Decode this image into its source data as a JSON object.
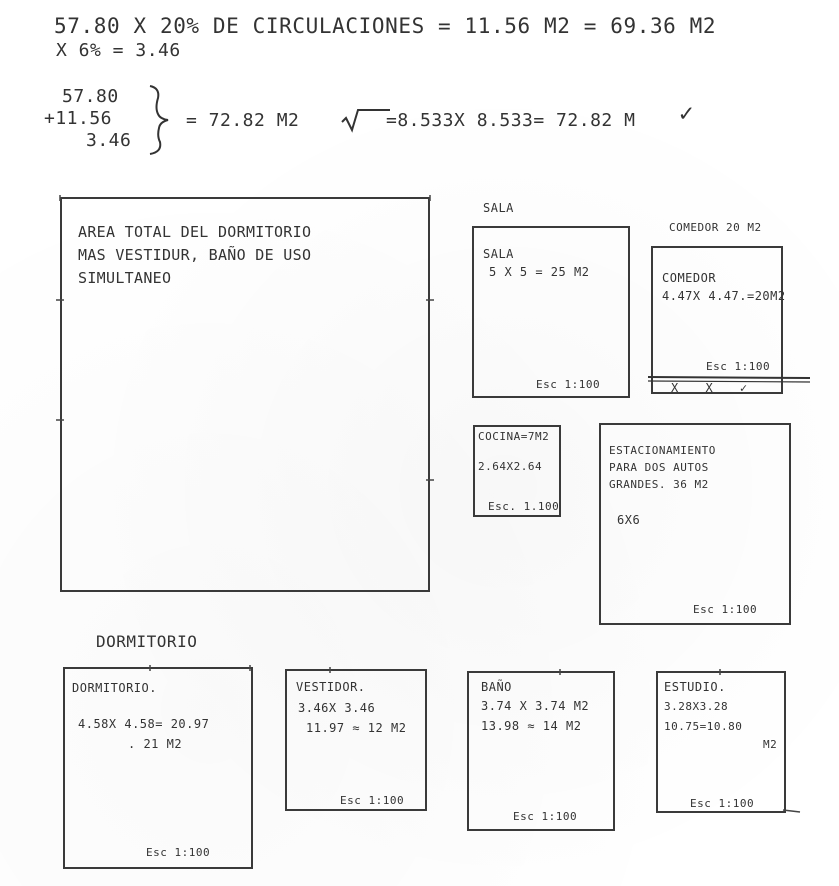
{
  "calc": {
    "line1": "57.80 X 20% DE CIRCULACIONES = 11.56 M2 = 69.36 M2",
    "line2": "X 6% = 3.46",
    "sum_a": "57.80",
    "sum_b": "+11.56",
    "sum_c": "3.46",
    "result": "= 72.82 M2",
    "root": "=8.533X 8.533= 72.82 M",
    "check": "✓"
  },
  "bedroom_total": {
    "line1": "AREA TOTAL DEL DORMITORIO",
    "line2": "MAS VESTIDUR, BAÑO DE USO",
    "line3": "SIMULTANEO"
  },
  "sala": {
    "heading": "SALA",
    "label": "SALA",
    "dims": "5 X 5 = 25 M2",
    "scale": "Esc 1:100"
  },
  "comedor": {
    "heading": "COMEDOR 20 M2",
    "label": "COMEDOR",
    "dims": "4.47X 4.47.=20M2",
    "scale": "Esc 1:100",
    "marks": "X X ✓"
  },
  "cocina": {
    "label": "COCINA=7M2",
    "dims": "2.64X2.64",
    "scale": "Esc. 1.100"
  },
  "estacionamiento": {
    "line1": "ESTACIONAMIENTO",
    "line2": "PARA DOS AUTOS",
    "line3": "GRANDES. 36 M2",
    "dims": "6X6",
    "scale": "Esc 1:100"
  },
  "dormitorio_heading": "DORMITORIO",
  "dormitorio": {
    "label": "DORMITORIO.",
    "line1": "4.58X 4.58= 20.97",
    "line2": ". 21 M2",
    "scale": "Esc 1:100"
  },
  "vestidor": {
    "label": "VESTIDOR.",
    "line1": "3.46X 3.46",
    "line2": "11.97 ≈ 12 M2",
    "scale": "Esc 1:100"
  },
  "bano": {
    "label": "BAÑO",
    "line1": "3.74 X 3.74 M2",
    "line2": "13.98 ≈ 14 M2",
    "scale": "Esc 1:100"
  },
  "estudio": {
    "label": "ESTUDIO.",
    "line1": "3.28X3.28",
    "line2": "10.75=10.80",
    "line3": "M2",
    "scale": "Esc 1:100"
  }
}
